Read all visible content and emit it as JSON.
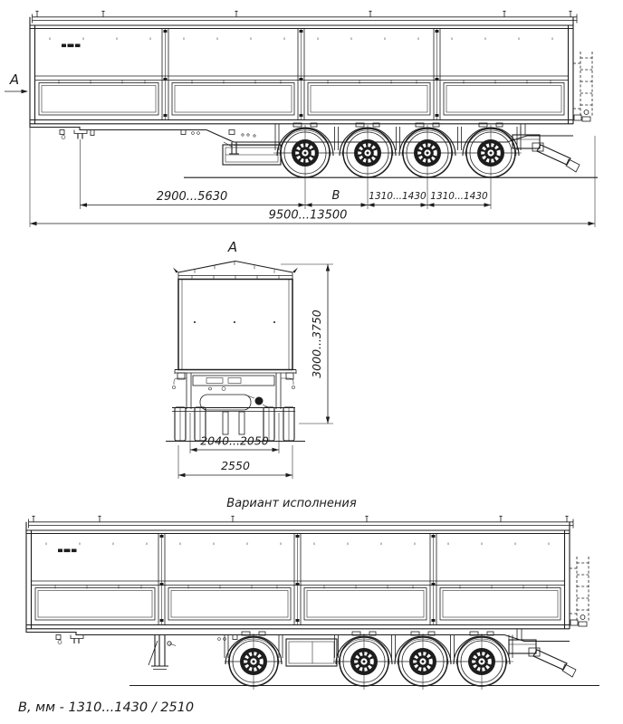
{
  "page": {
    "background": "#ffffff",
    "line_color": "#1c1c1c",
    "description": "Engineering outline drawing of a 4-axle drop-side semitrailer: side view, front section view A, and an alternative-axle-layout side view"
  },
  "side_view": {
    "section_label": "A",
    "dims": {
      "kingpin_to_axle1": "2900...5630",
      "axle1_to_axle2": "В",
      "axle2_to_axle3": "1310...1430",
      "axle3_to_axle4": "1310...1430",
      "overall_length": "9500...13500"
    }
  },
  "front_view": {
    "view_label": "A",
    "dims": {
      "height": "3000...3750",
      "track": "2040...2050",
      "overall_width": "2550"
    }
  },
  "variant_view": {
    "title": "Вариант исполнения"
  },
  "footnote": "В, мм - 1310...1430 / 2510"
}
